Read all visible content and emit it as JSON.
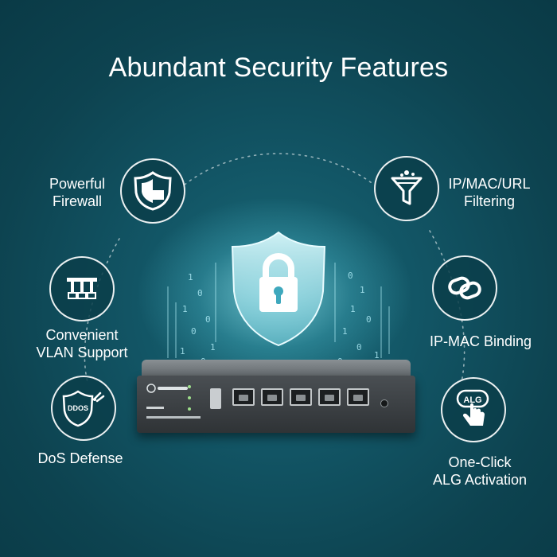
{
  "title": "Abundant Security Features",
  "features": {
    "firewall": {
      "line1": "Powerful",
      "line2": "Firewall",
      "icon": "shield-icon"
    },
    "filtering": {
      "line1": "IP/MAC/URL",
      "line2": "Filtering",
      "icon": "funnel-icon"
    },
    "vlan": {
      "line1": "Convenient",
      "line2": "VLAN Support",
      "icon": "vlan-icon"
    },
    "binding": {
      "line1": "IP-MAC Binding",
      "icon": "chain-link-icon"
    },
    "dos": {
      "line1": "DoS Defense",
      "icon": "ddos-shield-icon",
      "badge": "DDOS"
    },
    "alg": {
      "line1": "One-Click",
      "line2": "ALG Activation",
      "icon": "alg-hand-icon",
      "badge": "ALG"
    }
  },
  "colors": {
    "background": "#0d4350",
    "glow": "#9fe9f2",
    "stroke": "#ffffff"
  }
}
